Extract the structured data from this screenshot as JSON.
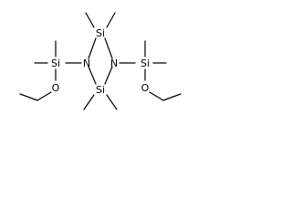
{
  "diagram": {
    "type": "chemical-structure",
    "atoms": {
      "si_ring_top": "Si",
      "si_ring_bottom": "Si",
      "n_left": "N",
      "n_right": "N",
      "si_left": "Si",
      "si_right": "Si",
      "o_left": "O",
      "o_right": "O"
    }
  }
}
